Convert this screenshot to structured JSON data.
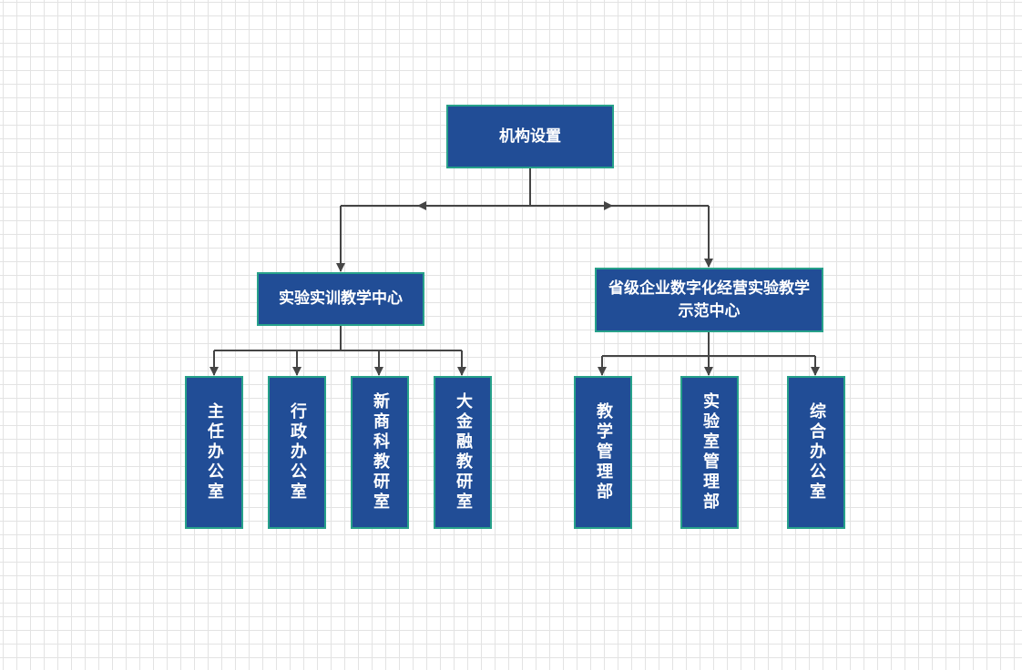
{
  "diagram": {
    "root": {
      "label": "机构设置"
    },
    "branches": [
      {
        "label": "实验实训教学中心",
        "children": [
          "主任办公室",
          "行政办公室",
          "新商科教研室",
          "大金融教研室"
        ]
      },
      {
        "label": "省级企业数字化经营实验教学示范中心",
        "children": [
          "教学管理部",
          "实验室管理部",
          "综合办公室"
        ]
      }
    ]
  },
  "colors": {
    "node_fill": "#214d96",
    "node_border": "#27a18a",
    "node_text": "#ffffff",
    "connector": "#454545"
  }
}
